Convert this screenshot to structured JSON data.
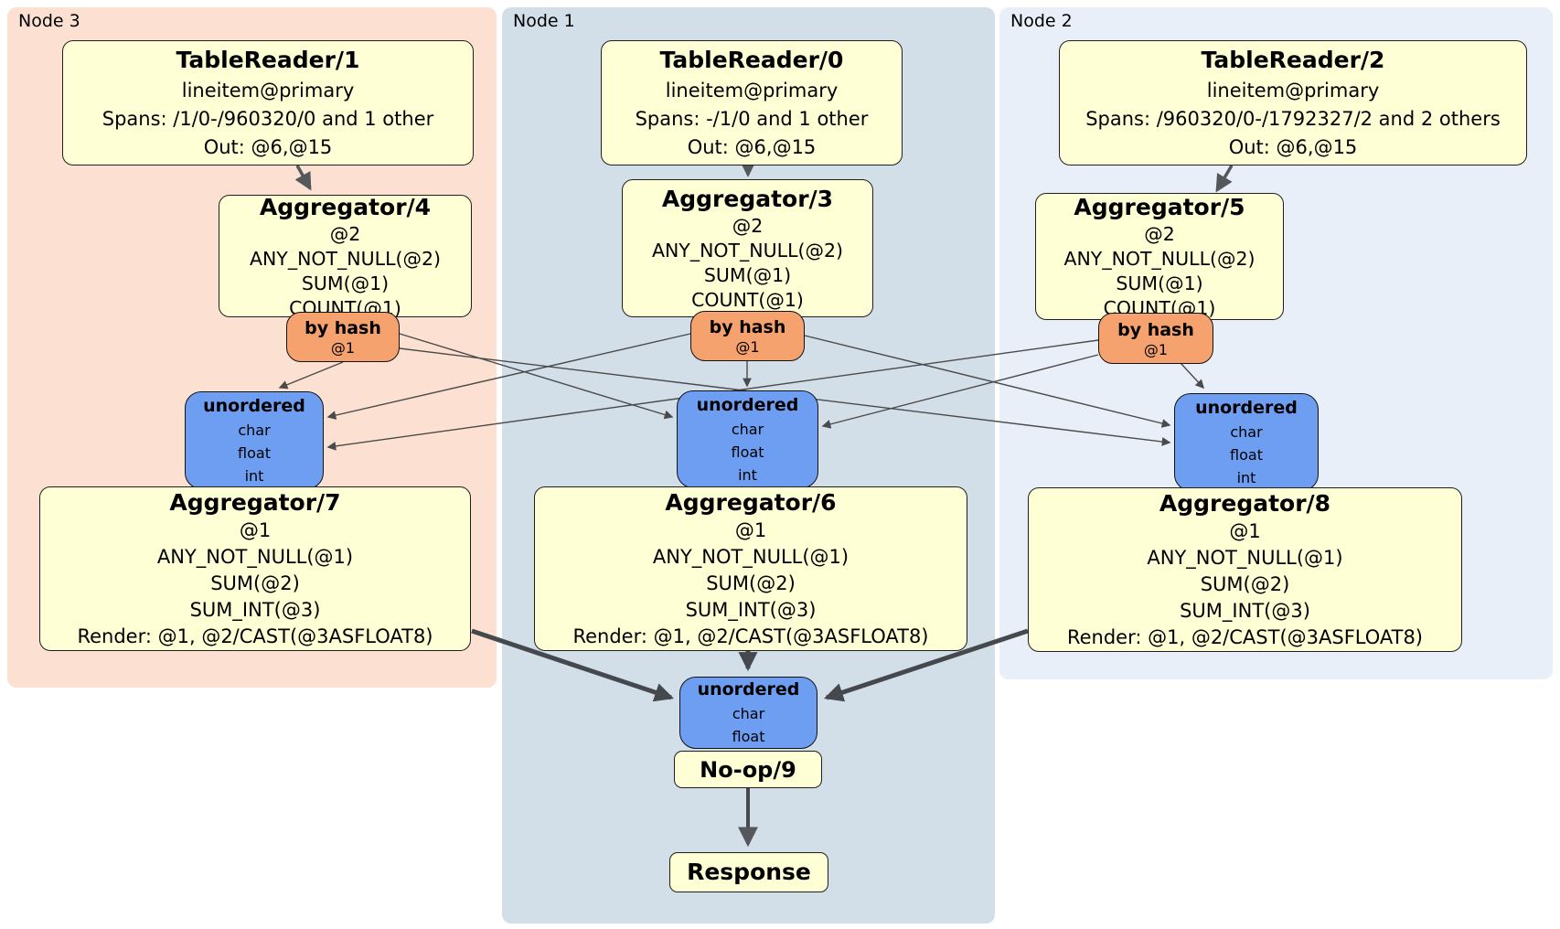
{
  "node_groups": {
    "node3": {
      "label": "Node 3",
      "bg": "#fce1d2"
    },
    "node1": {
      "label": "Node 1",
      "bg": "#d2dfe9"
    },
    "node2": {
      "label": "Node 2",
      "bg": "#e9eff8"
    }
  },
  "processors": {
    "tablereader1": {
      "title": "TableReader/1",
      "lines": [
        "lineitem@primary",
        "Spans: /1/0-/960320/0 and 1 other",
        "Out: @6,@15"
      ]
    },
    "tablereader0": {
      "title": "TableReader/0",
      "lines": [
        "lineitem@primary",
        "Spans: -/1/0 and 1 other",
        "Out: @6,@15"
      ]
    },
    "tablereader2": {
      "title": "TableReader/2",
      "lines": [
        "lineitem@primary",
        "Spans: /960320/0-/1792327/2 and 2 others",
        "Out: @6,@15"
      ]
    },
    "aggregator4": {
      "title": "Aggregator/4",
      "lines": [
        "@2",
        "ANY_NOT_NULL(@2)",
        "SUM(@1)",
        "COUNT(@1)"
      ]
    },
    "aggregator3": {
      "title": "Aggregator/3",
      "lines": [
        "@2",
        "ANY_NOT_NULL(@2)",
        "SUM(@1)",
        "COUNT(@1)"
      ]
    },
    "aggregator5": {
      "title": "Aggregator/5",
      "lines": [
        "@2",
        "ANY_NOT_NULL(@2)",
        "SUM(@1)",
        "COUNT(@1)"
      ]
    },
    "aggregator7": {
      "title": "Aggregator/7",
      "lines": [
        "@1",
        "ANY_NOT_NULL(@1)",
        "SUM(@2)",
        "SUM_INT(@3)",
        "Render: @1, @2/CAST(@3ASFLOAT8)"
      ]
    },
    "aggregator6": {
      "title": "Aggregator/6",
      "lines": [
        "@1",
        "ANY_NOT_NULL(@1)",
        "SUM(@2)",
        "SUM_INT(@3)",
        "Render: @1, @2/CAST(@3ASFLOAT8)"
      ]
    },
    "aggregator8": {
      "title": "Aggregator/8",
      "lines": [
        "@1",
        "ANY_NOT_NULL(@1)",
        "SUM(@2)",
        "SUM_INT(@3)",
        "Render: @1, @2/CAST(@3ASFLOAT8)"
      ]
    },
    "noop": {
      "title": "No-op/9"
    },
    "response": {
      "title": "Response"
    }
  },
  "routers": {
    "hash_node3": {
      "title": "by hash",
      "detail": "@1"
    },
    "hash_node1": {
      "title": "by hash",
      "detail": "@1"
    },
    "hash_node2": {
      "title": "by hash",
      "detail": "@1"
    }
  },
  "syncs": {
    "unordered_node3": {
      "title": "unordered",
      "items": [
        "char",
        "float",
        "int"
      ]
    },
    "unordered_node1": {
      "title": "unordered",
      "items": [
        "char",
        "float",
        "int"
      ]
    },
    "unordered_node2": {
      "title": "unordered",
      "items": [
        "char",
        "float",
        "int"
      ]
    },
    "unordered_final": {
      "title": "unordered",
      "items": [
        "char",
        "float"
      ]
    }
  },
  "edges": [
    {
      "from": "TableReader/1",
      "to": "Aggregator/4"
    },
    {
      "from": "TableReader/0",
      "to": "Aggregator/3"
    },
    {
      "from": "TableReader/2",
      "to": "Aggregator/5"
    },
    {
      "from": "by hash (Node 3)",
      "to": "unordered (Node 3)"
    },
    {
      "from": "by hash (Node 3)",
      "to": "unordered (Node 1)"
    },
    {
      "from": "by hash (Node 3)",
      "to": "unordered (Node 2)"
    },
    {
      "from": "by hash (Node 1)",
      "to": "unordered (Node 3)"
    },
    {
      "from": "by hash (Node 1)",
      "to": "unordered (Node 1)"
    },
    {
      "from": "by hash (Node 1)",
      "to": "unordered (Node 2)"
    },
    {
      "from": "by hash (Node 2)",
      "to": "unordered (Node 3)"
    },
    {
      "from": "by hash (Node 2)",
      "to": "unordered (Node 1)"
    },
    {
      "from": "by hash (Node 2)",
      "to": "unordered (Node 2)"
    },
    {
      "from": "Aggregator/7",
      "to": "unordered (final)"
    },
    {
      "from": "Aggregator/6",
      "to": "unordered (final)"
    },
    {
      "from": "Aggregator/8",
      "to": "unordered (final)"
    },
    {
      "from": "No-op/9",
      "to": "Response"
    }
  ],
  "colors": {
    "processor_fill": "#ffffd6",
    "processor_border": "#1f1f1f",
    "router_fill": "#f5a26e",
    "sync_fill": "#6d9ef1",
    "edge_thin": "#4a4a4a",
    "edge_thick": "#45494d",
    "node3_bg": "#fce1d2",
    "node1_bg": "#d2dfe9",
    "node2_bg": "#e9eff8"
  }
}
